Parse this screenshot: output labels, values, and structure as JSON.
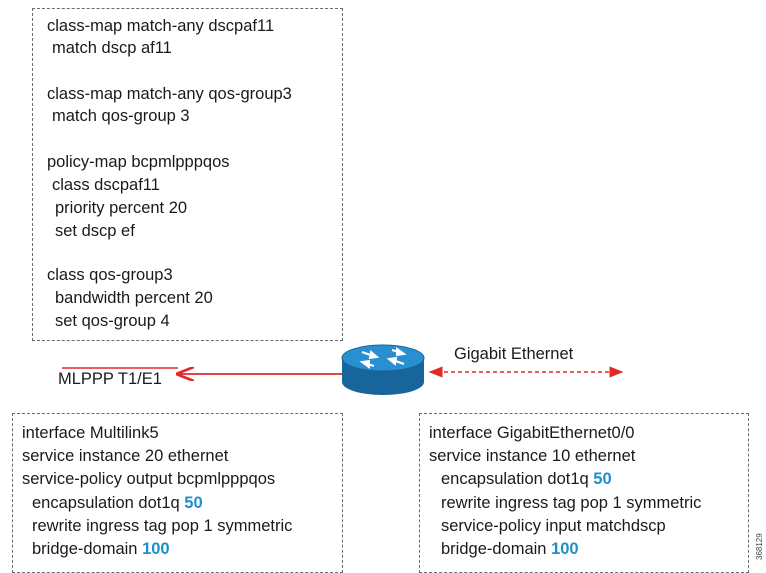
{
  "config_top": [
    "class-map match-any dscpaf11",
    " match dscp af11",
    "class-map match-any qos-group3",
    " match qos-group 3",
    "policy-map bcpmlpppqos",
    " class dscpaf11",
    "  priority percent 20",
    "  set dscp ef",
    "class qos-group3",
    "  bandwidth percent 20",
    "  set qos-group 4"
  ],
  "link_left_label": "MLPPP T1/E1",
  "link_right_label": "Gigabit Ethernet",
  "config_left": {
    "l1": "interface Multilink5",
    "l2": "service instance 20 ethernet",
    "l3": "service-policy output bcpmlpppqos",
    "l4_prefix": "encapsulation dot1q ",
    "l4_value": "50",
    "l5": "rewrite ingress tag pop 1 symmetric",
    "l6_prefix": "bridge-domain ",
    "l6_value": "100"
  },
  "config_right": {
    "l1": "interface GigabitEthernet0/0",
    "l2": "service instance 10 ethernet",
    "l3_prefix": "encapsulation dot1q ",
    "l3_value": "50",
    "l4": "rewrite ingress tag pop 1 symmetric",
    "l5": "service-policy input matchdscp",
    "l6_prefix": "bridge-domain ",
    "l6_value": "100"
  },
  "figure_id": "368129",
  "colors": {
    "mlppp_link": "#e02a2a",
    "router_body": "#1d7fbf",
    "highlight": "#1f8fc9"
  }
}
